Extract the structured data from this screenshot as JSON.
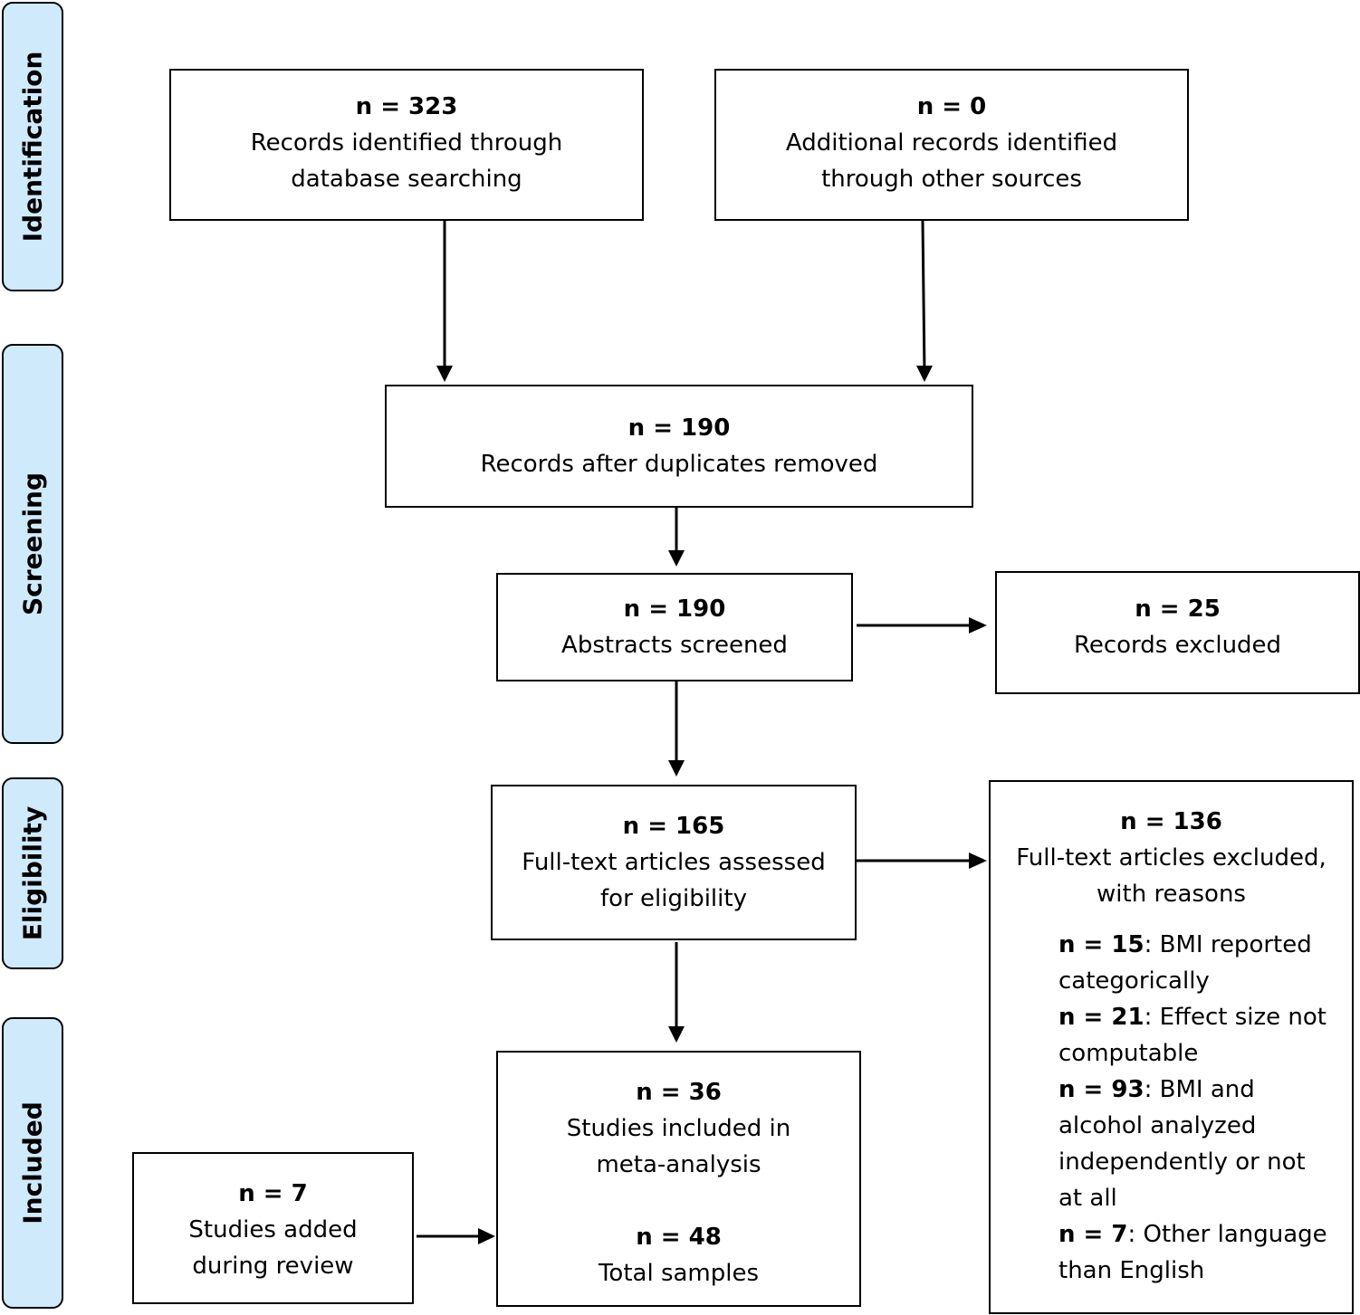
{
  "stages": {
    "identification": "Identification",
    "screening": "Screening",
    "eligibility": "Eligibility",
    "included": "Included"
  },
  "boxes": {
    "database": {
      "count": "n = 323",
      "desc_lines": [
        "Records identified through",
        "database searching"
      ]
    },
    "other_sources": {
      "count": "n = 0",
      "desc_lines": [
        "Additional records identified",
        "through other sources"
      ]
    },
    "deduplicated": {
      "count": "n = 190",
      "desc_lines": [
        "Records after duplicates removed"
      ]
    },
    "abstracts": {
      "count": "n = 190",
      "desc_lines": [
        "Abstracts screened"
      ]
    },
    "records_excluded": {
      "count": "n = 25",
      "desc_lines": [
        "Records excluded"
      ]
    },
    "fulltext": {
      "count": "n = 165",
      "desc_lines": [
        "Full-text articles assessed",
        "for eligibility"
      ]
    },
    "fulltext_excluded": {
      "count": "n = 136",
      "desc_lines": [
        "Full-text articles excluded,",
        "with reasons"
      ],
      "reasons": [
        {
          "n": "n = 15",
          "text": ": BMI reported categorically"
        },
        {
          "n": "n = 21",
          "text": ": Effect size not computable"
        },
        {
          "n": "n = 93",
          "text": ": BMI and alcohol analyzed independently or not at all"
        },
        {
          "n": "n = 7",
          "text": ": Other language than English"
        }
      ]
    },
    "included": {
      "count": "n = 36",
      "desc_lines": [
        "Studies included in",
        "meta-analysis"
      ],
      "count2": "n = 48",
      "desc2": "Total samples"
    },
    "added": {
      "count": "n = 7",
      "desc_lines": [
        "Studies added",
        "during review"
      ]
    }
  }
}
